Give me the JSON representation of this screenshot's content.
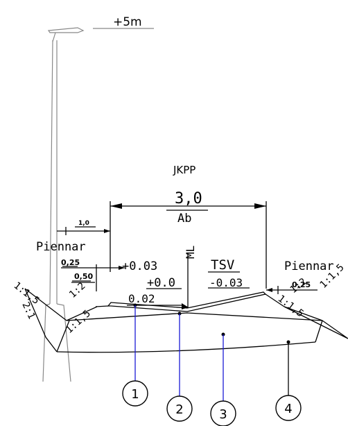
{
  "elevation_top": "+5m",
  "carriageway": {
    "code": "JKPP",
    "width": "3,0",
    "surface": "Ab"
  },
  "left_side": {
    "dim_1": "1,0",
    "shoulder": "Piennar",
    "dim_2": "0,25",
    "dim_3": "0,50",
    "slope_a": "1:1,5",
    "slope_b": "1:2",
    "slope_c": "2:1",
    "slope_d": "1:1,5"
  },
  "levels": {
    "left": "+0.03",
    "centre": "+0.0",
    "crossfall": "0.02",
    "right": "-0.03",
    "ml": "ML",
    "tsv": "TSV"
  },
  "right_side": {
    "shoulder": "Piennar",
    "dim": "0,25",
    "slope_a": "1:2",
    "slope_b": "1:1,5",
    "slope_c": "1:1,5"
  },
  "callouts": [
    "1",
    "2",
    "3",
    "4"
  ],
  "colors": {
    "lines": "#000000",
    "lamp_post": "#888888",
    "leaders": "#1a1ad6"
  }
}
